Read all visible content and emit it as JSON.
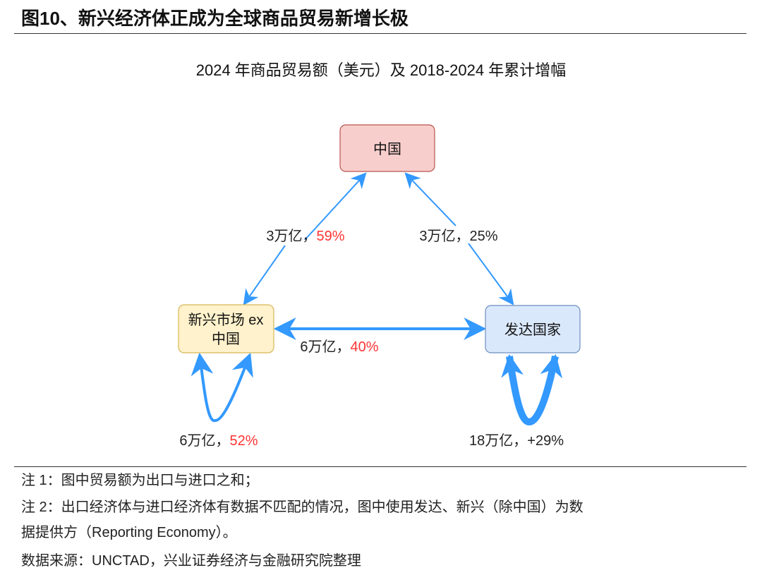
{
  "title": "图10、新兴经济体正成为全球商品贸易新增长极",
  "subtitle": "2024 年商品贸易额（美元）及 2018-2024 年累计增幅",
  "nodes": {
    "china": "中国",
    "emerging_line1": "新兴市场 ex",
    "emerging_line2": "中国",
    "developed": "发达国家"
  },
  "edges": {
    "china_emerging": {
      "amount": "3万亿，",
      "growth": "59%"
    },
    "china_developed": {
      "amount": "3万亿，",
      "growth": "25%"
    },
    "emerging_developed": {
      "amount": "6万亿，",
      "growth": "40%"
    },
    "emerging_self": {
      "amount": "6万亿，",
      "growth": "52%"
    },
    "developed_self": {
      "amount": "18万亿，",
      "growth": "+29%"
    }
  },
  "colors": {
    "arrow": "#3399ff",
    "highlight": "#ff3333"
  },
  "notes": [
    "注 1：图中贸易额为出口与进口之和；",
    "注 2：出口经济体与进口经济体有数据不匹配的情况，图中使用发达、新兴（除中国）为数",
    "据提供方（Reporting Economy）。",
    "数据来源：UNCTAD，兴业证券经济与金融研究院整理"
  ]
}
